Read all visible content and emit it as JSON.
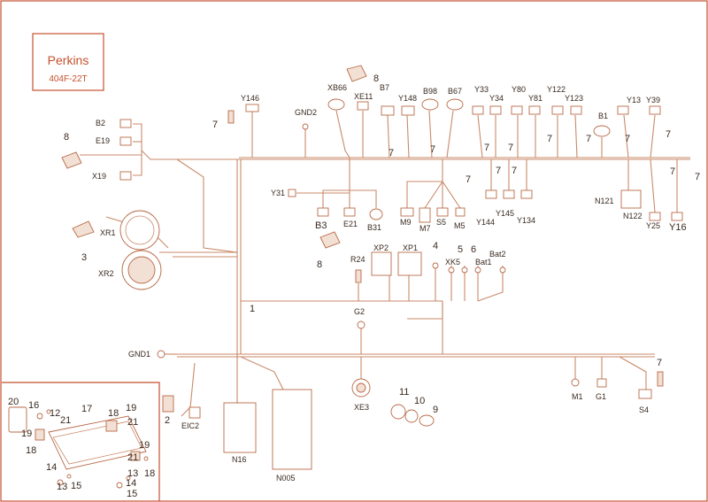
{
  "title": {
    "brand": "Perkins",
    "model": "404F-22T"
  },
  "labels": {
    "xb66": "XB66",
    "xe11": "XE11",
    "b7": "B7",
    "y148": "Y148",
    "b98": "B98",
    "b67": "B67",
    "y33": "Y33",
    "y34": "Y34",
    "y80": "Y80",
    "y81": "Y81",
    "y122": "Y122",
    "y123": "Y123",
    "y13": "Y13",
    "y39": "Y39",
    "b1": "B1",
    "y146": "Y146",
    "gnd2": "GND2",
    "b2": "B2",
    "e19": "E19",
    "x19": "X19",
    "xr1": "XR1",
    "xr2": "XR2",
    "y31": "Y31",
    "b3": "B3",
    "e21": "E21",
    "b31": "B31",
    "m9": "M9",
    "m7": "M7",
    "s5": "S5",
    "m5": "M5",
    "y144": "Y144",
    "y145": "Y145",
    "y134": "Y134",
    "n121": "N121",
    "n122": "N122",
    "y25": "Y25",
    "y16": "Y16",
    "r24": "R24",
    "xp2": "XP2",
    "xp1": "XP1",
    "xk5": "XK5",
    "bat1": "Bat1",
    "bat2": "Bat2",
    "g2": "G2",
    "gnd1": "GND1",
    "eic2": "EIC2",
    "n16": "N16",
    "n005": "N005",
    "xe3": "XE3",
    "m1": "M1",
    "g1": "G1",
    "s4": "S4"
  },
  "numbers": {
    "n1": "1",
    "n2": "2",
    "n3": "3",
    "n4": "4",
    "n5": "5",
    "n6": "6",
    "n7": "7",
    "n8": "8",
    "n9": "9",
    "n10": "10",
    "n11": "11",
    "n12": "12",
    "n13": "13",
    "n14": "14",
    "n15": "15",
    "n16": "16",
    "n17": "17",
    "n18": "18",
    "n19": "19",
    "n20": "20",
    "n21": "21"
  }
}
